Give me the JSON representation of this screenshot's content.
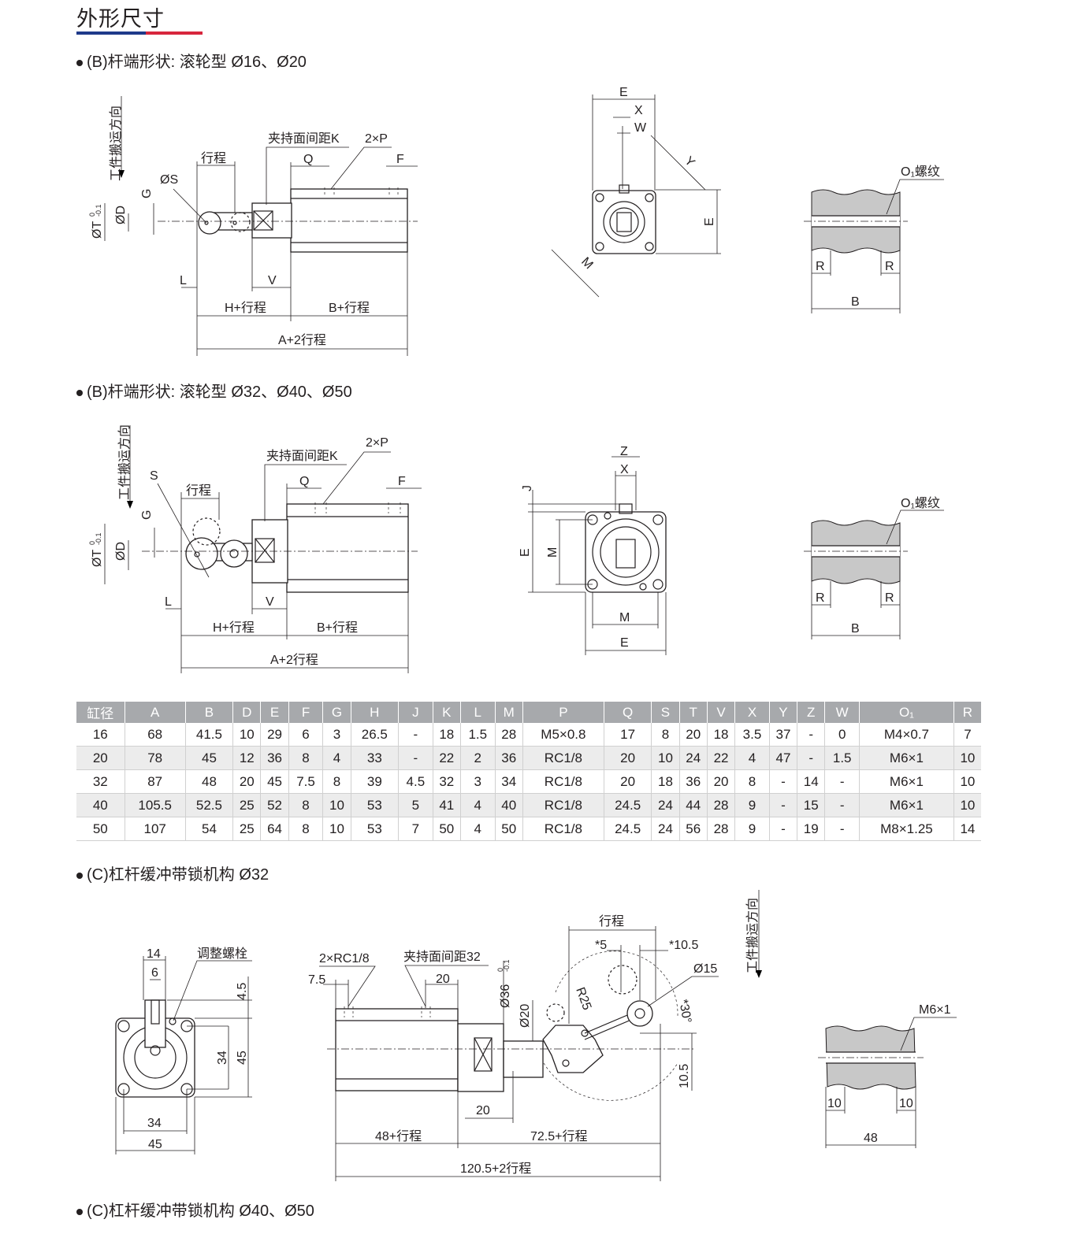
{
  "page": {
    "title": "外形尺寸"
  },
  "sections": [
    {
      "heading": "(B)杆端形状: 滚轮型 Ø16、Ø20"
    },
    {
      "heading": "(B)杆端形状: 滚轮型 Ø32、Ø40、Ø50"
    },
    {
      "heading": "(C)杠杆缓冲带锁机构 Ø32"
    },
    {
      "heading": "(C)杠杆缓冲带锁机构 Ø40、Ø50"
    }
  ],
  "drawing_b16": {
    "work_direction": "工件搬运方向",
    "stroke": "行程",
    "clamp_k": "夹持面间距K",
    "p2": "2×P",
    "q": "Q",
    "f": "F",
    "s": "ØS",
    "g": "G",
    "t": "ØT",
    "t_tol": "-0.1",
    "t_tol2": "0",
    "d": "ØD",
    "l": "L",
    "v": "V",
    "h_stroke": "H+行程",
    "b_stroke": "B+行程",
    "a_stroke": "A+2行程",
    "e": "E",
    "x": "X",
    "w": "W",
    "y": "Y",
    "m": "M",
    "o1": "O₁螺纹",
    "r": "R",
    "b": "B"
  },
  "drawing_b32": {
    "work_direction": "工件搬运方向",
    "stroke": "行程",
    "clamp_k": "夹持面间距K",
    "p2": "2×P",
    "q": "Q",
    "f": "F",
    "s": "S",
    "g": "G",
    "t": "ØT",
    "t_tol": "-0.1",
    "t_tol2": "0",
    "d": "ØD",
    "l": "L",
    "v": "V",
    "h_stroke": "H+行程",
    "b_stroke": "B+行程",
    "a_stroke": "A+2行程",
    "z": "Z",
    "x": "X",
    "j": "J",
    "e": "E",
    "m": "M",
    "o1": "O₁螺纹",
    "r": "R",
    "b": "B"
  },
  "table": {
    "headers": [
      "缸径",
      "A",
      "B",
      "D",
      "E",
      "F",
      "G",
      "H",
      "J",
      "K",
      "L",
      "M",
      "P",
      "Q",
      "S",
      "T",
      "V",
      "X",
      "Y",
      "Z",
      "W",
      "O₁",
      "R"
    ],
    "rows": [
      [
        "16",
        "68",
        "41.5",
        "10",
        "29",
        "6",
        "3",
        "26.5",
        "-",
        "18",
        "1.5",
        "28",
        "M5×0.8",
        "17",
        "8",
        "20",
        "18",
        "3.5",
        "37",
        "-",
        "0",
        "M4×0.7",
        "7"
      ],
      [
        "20",
        "78",
        "45",
        "12",
        "36",
        "8",
        "4",
        "33",
        "-",
        "22",
        "2",
        "36",
        "RC1/8",
        "20",
        "10",
        "24",
        "22",
        "4",
        "47",
        "-",
        "1.5",
        "M6×1",
        "10"
      ],
      [
        "32",
        "87",
        "48",
        "20",
        "45",
        "7.5",
        "8",
        "39",
        "4.5",
        "32",
        "3",
        "34",
        "RC1/8",
        "20",
        "18",
        "36",
        "20",
        "8",
        "-",
        "14",
        "-",
        "M6×1",
        "10"
      ],
      [
        "40",
        "105.5",
        "52.5",
        "25",
        "52",
        "8",
        "10",
        "53",
        "5",
        "41",
        "4",
        "40",
        "RC1/8",
        "24.5",
        "24",
        "44",
        "28",
        "9",
        "-",
        "15",
        "-",
        "M6×1",
        "10"
      ],
      [
        "50",
        "107",
        "54",
        "25",
        "64",
        "8",
        "10",
        "53",
        "7",
        "50",
        "4",
        "50",
        "RC1/8",
        "24.5",
        "24",
        "56",
        "28",
        "9",
        "-",
        "19",
        "-",
        "M8×1.25",
        "14"
      ]
    ]
  },
  "drawing_c32": {
    "d14": "14",
    "d6": "6",
    "adjust_bolt": "调整螺栓",
    "d4_5": "4.5",
    "d34v": "34",
    "d45v": "45",
    "d34h": "34",
    "d45h": "45",
    "rc": "2×RC1/8",
    "clamp32": "夹持面间距32",
    "d7_5": "7.5",
    "d20a": "20",
    "d36": "Ø36",
    "d36_tol": "-0.1",
    "d36_tol2": "0",
    "d20b": "Ø20",
    "r25": "R25",
    "stroke": "行程",
    "s5": "*5",
    "s10_5": "*10.5",
    "d15": "Ø15",
    "s30": "*30°",
    "d10_5": "10.5",
    "d20c": "20",
    "h48": "48+行程",
    "h72": "72.5+行程",
    "h120": "120.5+2行程",
    "work_direction": "工件搬运方向",
    "m6": "M6×1",
    "r10a": "10",
    "r10b": "10",
    "b48": "48"
  }
}
